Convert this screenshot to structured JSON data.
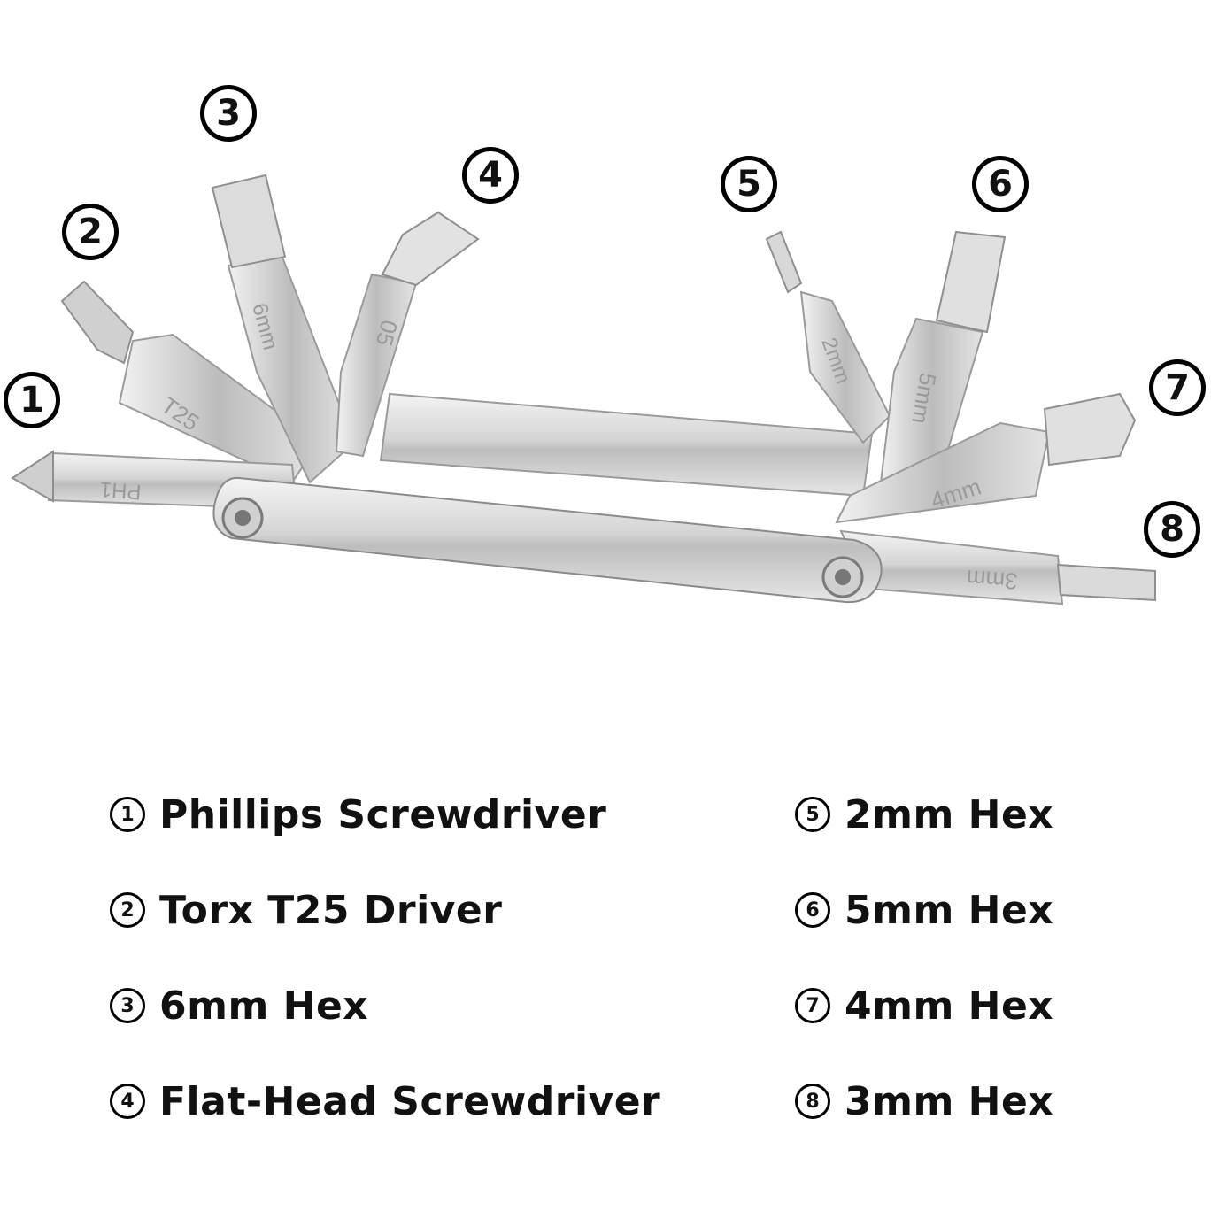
{
  "callouts": [
    "1",
    "2",
    "3",
    "4",
    "5",
    "6",
    "7",
    "8"
  ],
  "engravings": {
    "bit1": "PH1",
    "bit2": "T25",
    "bit3": "6mm",
    "bit4": "05",
    "bit5": "2mm",
    "bit6": "5mm",
    "bit7": "4mm",
    "bit8": "3mm"
  },
  "legend": {
    "left": [
      {
        "num": "1",
        "label": "Phillips Screwdriver"
      },
      {
        "num": "2",
        "label": "Torx T25 Driver"
      },
      {
        "num": "3",
        "label": "6mm Hex"
      },
      {
        "num": "4",
        "label": "Flat-Head Screwdriver"
      }
    ],
    "right": [
      {
        "num": "5",
        "label": "2mm Hex"
      },
      {
        "num": "6",
        "label": "5mm Hex"
      },
      {
        "num": "7",
        "label": "4mm Hex"
      },
      {
        "num": "8",
        "label": "3mm Hex"
      }
    ]
  },
  "colors": {
    "metal_light": "#eeeeee",
    "metal_mid": "#c9c9c9",
    "metal_dark": "#8f8f8f",
    "outline": "#000000"
  }
}
